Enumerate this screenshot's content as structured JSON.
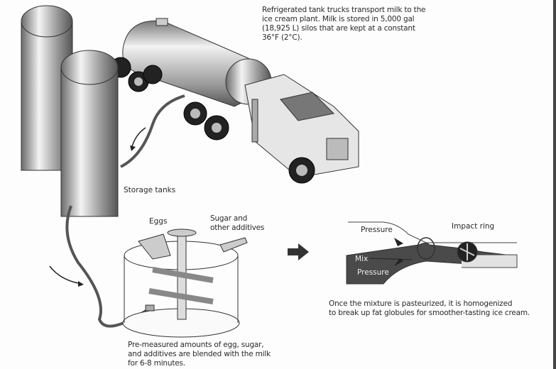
{
  "captions": {
    "truck": [
      "Refrigerated tank trucks transport milk to the",
      "ice cream plant. Milk is stored in 5,000 gal",
      "(18,925 L) silos that are kept at a constant",
      "36°F (2°C)."
    ],
    "mixing": [
      "Pre-measured amounts of egg, sugar,",
      "and additives are blended with the milk",
      "for 6-8 minutes."
    ],
    "homogenize": [
      "Once the mixture is pasteurized, it is homogenized",
      "to break up fat globules for smoother-tasting ice cream."
    ]
  },
  "labels": {
    "storage_tanks": "Storage tanks",
    "eggs": "Eggs",
    "sugar": [
      "Sugar and",
      "other additives"
    ],
    "pressure_top": "Pressure",
    "pressure_bottom": "Pressure",
    "mix": "Mix",
    "impact_ring": "Impact ring"
  }
}
